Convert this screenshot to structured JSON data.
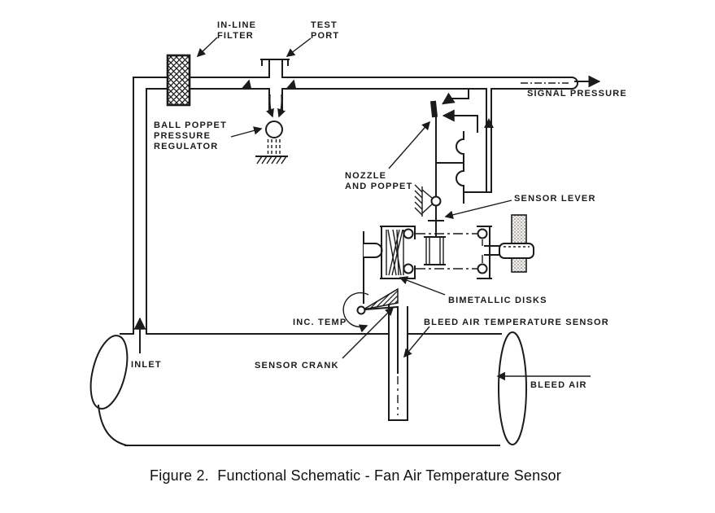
{
  "figure_caption": "Figure 2.  Functional Schematic - Fan Air Temperature Sensor",
  "colors": {
    "ink": "#1b1b1b",
    "paper": "#ffffff"
  },
  "labels": {
    "in_line_filter": {
      "line1": "IN-LINE",
      "line2": "FILTER"
    },
    "test_port": {
      "line1": "TEST",
      "line2": "PORT"
    },
    "ball_poppet_pressure_regulator": {
      "line1": "BALL POPPET",
      "line2": "PRESSURE",
      "line3": "REGULATOR"
    },
    "signal_pressure": "SIGNAL PRESSURE",
    "nozzle_and_poppet": {
      "line1": "NOZZLE",
      "line2": "AND POPPET"
    },
    "sensor_lever": "SENSOR LEVER",
    "bimetallic_disks": "BIMETALLIC DISKS",
    "inc_temp": "INC. TEMP",
    "bleed_air_temperature_sensor": "BLEED AIR TEMPERATURE SENSOR",
    "sensor_crank": "SENSOR CRANK",
    "inlet": "INLET",
    "bleed_air": "BLEED AIR"
  }
}
